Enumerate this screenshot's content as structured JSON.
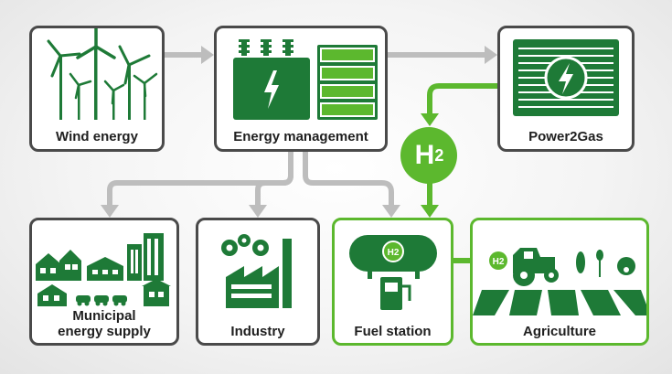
{
  "colors": {
    "green": "#5cb82e",
    "dark_green": "#1e7a37",
    "gray_arrow": "#bdbdbd",
    "border_gray": "#4a4a4a"
  },
  "nodes": {
    "wind": {
      "label": "Wind energy",
      "icon": "wind-turbines-icon"
    },
    "management": {
      "label": "Energy management",
      "icon": "battery-transformer-icon"
    },
    "power2gas": {
      "label": "Power2Gas",
      "icon": "power-plant-icon"
    },
    "municipal": {
      "label_line1": "Municipal",
      "label_line2": "energy supply",
      "icon": "town-icon"
    },
    "industry": {
      "label": "Industry",
      "icon": "factory-icon"
    },
    "fuel": {
      "label": "Fuel station",
      "icon": "hydrogen-tank-pump-icon"
    },
    "agriculture": {
      "label": "Agriculture",
      "icon": "tractor-fields-icon"
    }
  },
  "h2": {
    "letter": "H",
    "sub": "2"
  }
}
